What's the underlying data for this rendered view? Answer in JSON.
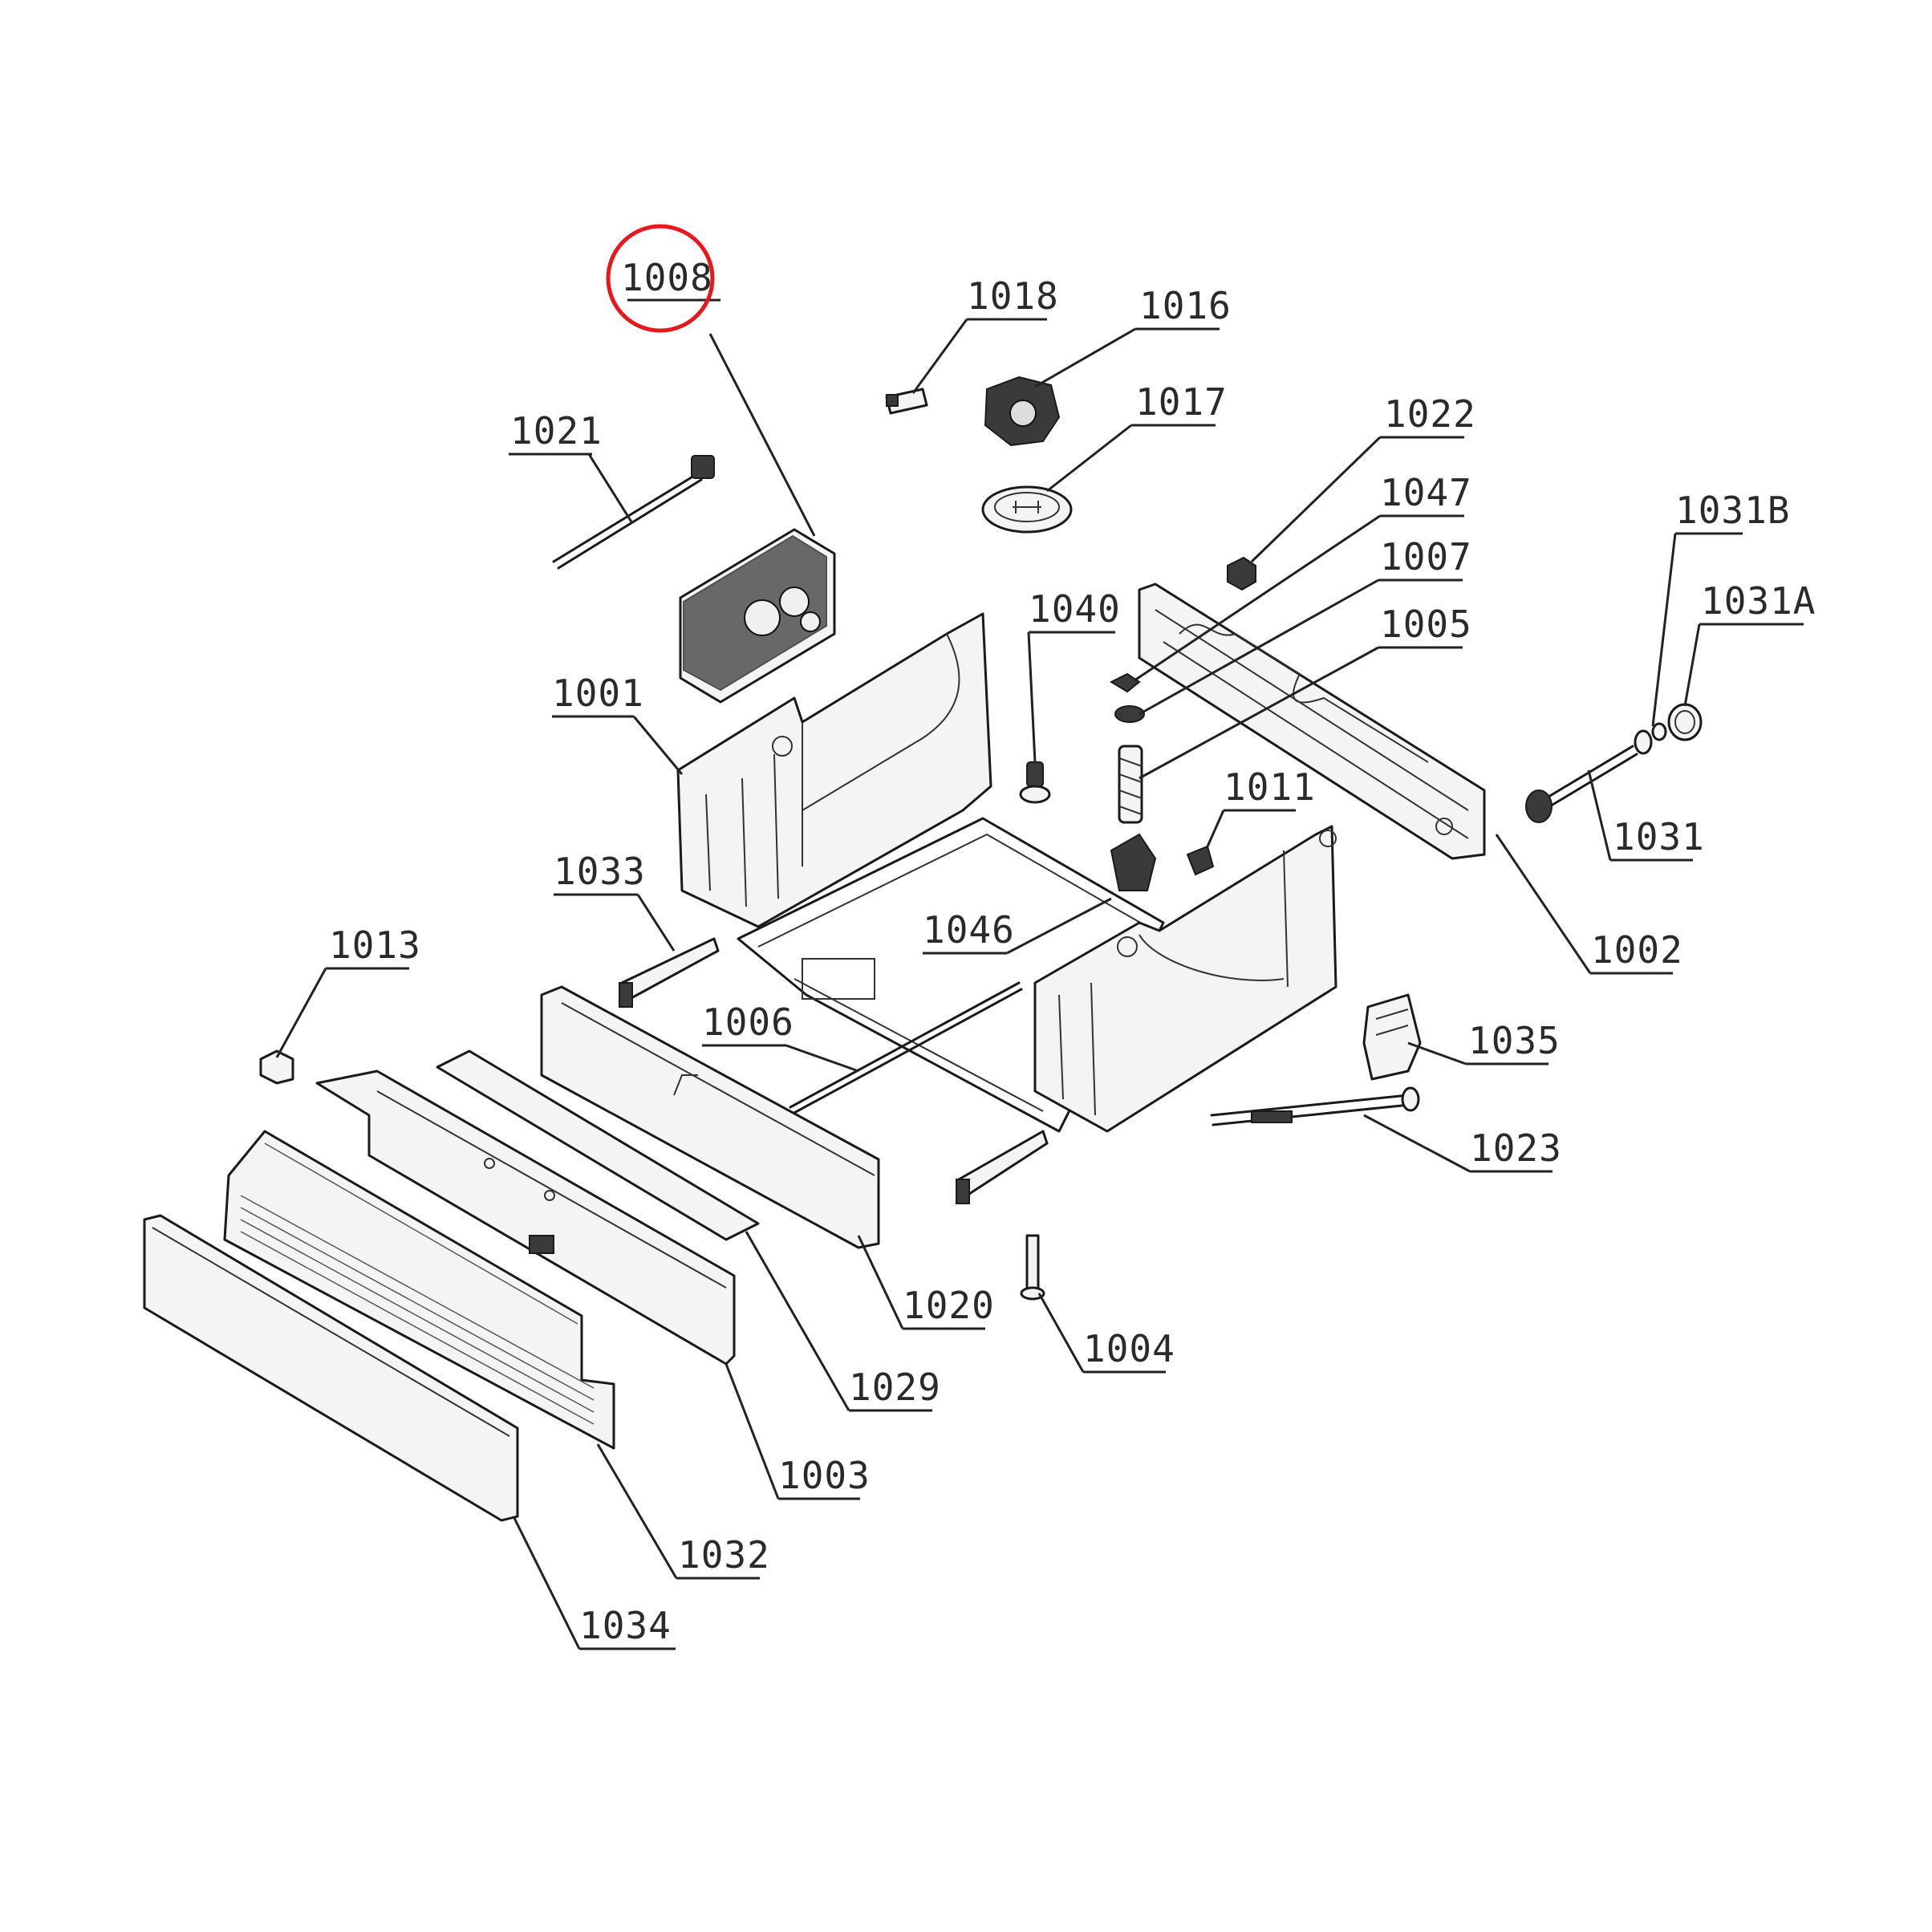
{
  "diagram": {
    "highlight_color": "#e8171c",
    "highlighted_callout": "1008",
    "callouts": [
      {
        "id": "1008",
        "label": "1008"
      },
      {
        "id": "1018",
        "label": "1018"
      },
      {
        "id": "1016",
        "label": "1016"
      },
      {
        "id": "1017",
        "label": "1017"
      },
      {
        "id": "1021",
        "label": "1021"
      },
      {
        "id": "1022",
        "label": "1022"
      },
      {
        "id": "1047",
        "label": "1047"
      },
      {
        "id": "1007",
        "label": "1007"
      },
      {
        "id": "1005",
        "label": "1005"
      },
      {
        "id": "1031B",
        "label": "1031B"
      },
      {
        "id": "1031A",
        "label": "1031A"
      },
      {
        "id": "1040",
        "label": "1040"
      },
      {
        "id": "1001",
        "label": "1001"
      },
      {
        "id": "1011",
        "label": "1011"
      },
      {
        "id": "1031",
        "label": "1031"
      },
      {
        "id": "1033",
        "label": "1033"
      },
      {
        "id": "1046",
        "label": "1046"
      },
      {
        "id": "1002",
        "label": "1002"
      },
      {
        "id": "1013",
        "label": "1013"
      },
      {
        "id": "1006",
        "label": "1006"
      },
      {
        "id": "1035",
        "label": "1035"
      },
      {
        "id": "1023",
        "label": "1023"
      },
      {
        "id": "1020",
        "label": "1020"
      },
      {
        "id": "1004",
        "label": "1004"
      },
      {
        "id": "1029",
        "label": "1029"
      },
      {
        "id": "1003",
        "label": "1003"
      },
      {
        "id": "1032",
        "label": "1032"
      },
      {
        "id": "1034",
        "label": "1034"
      }
    ]
  }
}
